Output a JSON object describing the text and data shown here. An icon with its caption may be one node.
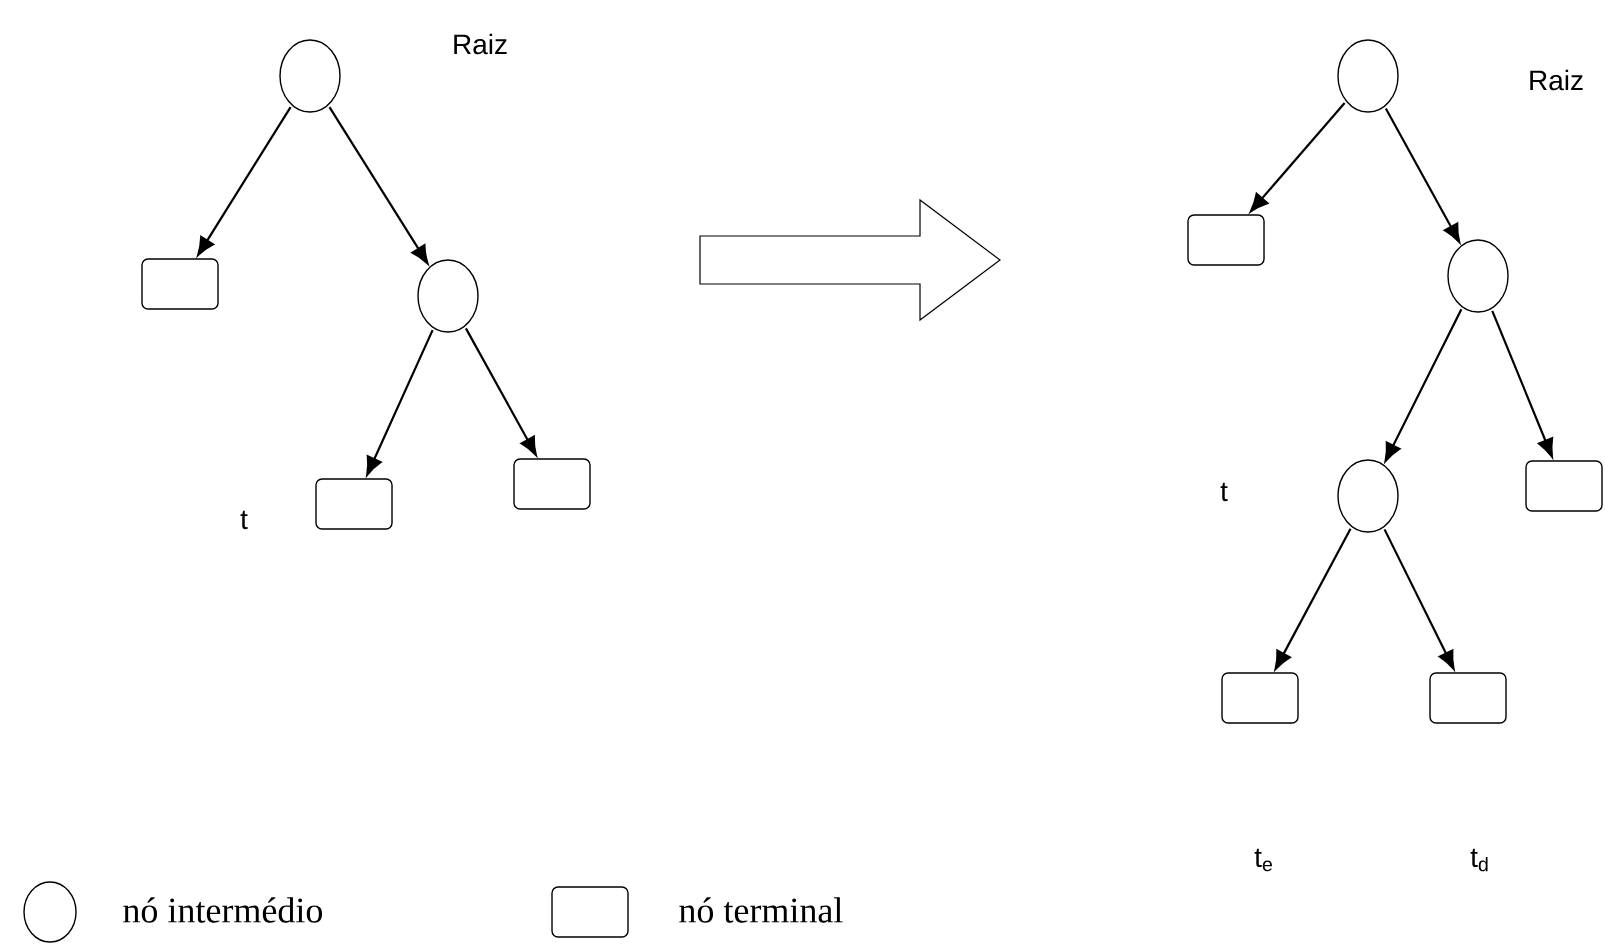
{
  "diagram": {
    "nodes": [
      {
        "text": [],
        "shape": "circle"
      },
      {
        "text": [],
        "shape": "box"
      },
      {
        "text": [],
        "shape": "circle"
      },
      {
        "text": [],
        "shape": "box"
      },
      {
        "text": [],
        "shape": "box"
      },
      {
        "text": [],
        "shape": "circle"
      },
      {
        "text": [],
        "shape": "box"
      },
      {
        "text": [],
        "shape": "circle"
      },
      {
        "text": [],
        "shape": "circle"
      },
      {
        "text": [],
        "shape": "box"
      },
      {
        "text": [],
        "shape": "box"
      },
      {
        "text": [],
        "shape": "box"
      }
    ],
    "edges": [
      {
        "from": 0,
        "to": 1,
        "arrow": "to"
      },
      {
        "from": 0,
        "to": 2,
        "arrow": "to"
      },
      {
        "from": 2,
        "to": 3,
        "arrow": "to"
      },
      {
        "from": 2,
        "to": 4,
        "arrow": "to"
      },
      {
        "from": 5,
        "to": 6,
        "arrow": "to"
      },
      {
        "from": 5,
        "to": 7,
        "arrow": "to"
      },
      {
        "from": 7,
        "to": 8,
        "arrow": "to"
      },
      {
        "from": 7,
        "to": 9,
        "arrow": "to"
      },
      {
        "from": 8,
        "to": 10,
        "arrow": "to"
      },
      {
        "from": 8,
        "to": 11,
        "arrow": "to"
      }
    ],
    "labels": [
      "Raiz",
      "t",
      "Raiz",
      "t",
      "t$_{e}$",
      "t$_{d}$"
    ],
    "legend": [
      {
        "text": "nó intermédio"
      },
      {
        "text": "nó terminal"
      }
    ]
  }
}
